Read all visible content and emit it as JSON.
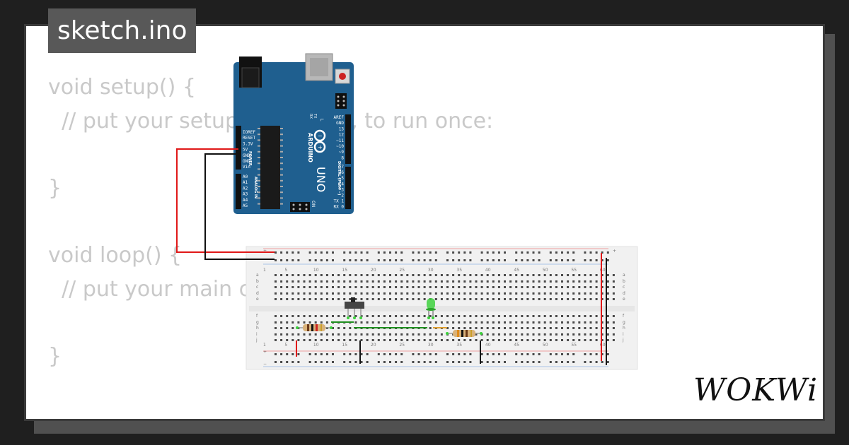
{
  "editor": {
    "filename": "sketch.ino",
    "code_lines": [
      "void setup() {",
      "  // put your setup code here, to run once:",
      "",
      "}",
      "",
      "void loop() {",
      "  // put your main code here, to run repeatedly:",
      "",
      "}"
    ]
  },
  "brand": {
    "logo_text": "WOKWi"
  },
  "arduino": {
    "name": "UNO",
    "brand": "ARDUINO",
    "on_label": "ON",
    "power_header_title": "POWER",
    "analog_header_title": "ANALOG IN",
    "digital_header_title": "DIGITAL (PWM ~)",
    "power_pins": [
      "IOREF",
      "RESET",
      "3.3V",
      "5V",
      "GND",
      "GND",
      "Vin"
    ],
    "analog_pins": [
      "A0",
      "A1",
      "A2",
      "A3",
      "A4",
      "A5"
    ],
    "digital_pins_top": [
      "AREF",
      "GND",
      "13",
      "12",
      "~11",
      "~10",
      "~9",
      "8"
    ],
    "digital_pins_bottom": [
      "7",
      "~6",
      "~5",
      "4",
      "~3",
      "2",
      "TX 1",
      "RX 0"
    ],
    "tx_rx": [
      "TX",
      "RX"
    ],
    "l_label": "L"
  },
  "breadboard": {
    "column_labels": [
      "1",
      "5",
      "10",
      "15",
      "20",
      "25",
      "30",
      "35",
      "40",
      "45",
      "50",
      "55",
      "60"
    ],
    "row_labels_top": [
      "a",
      "b",
      "c",
      "d",
      "e"
    ],
    "row_labels_bottom": [
      "f",
      "g",
      "h",
      "i",
      "j"
    ],
    "plus": "+",
    "minus": "−"
  },
  "colors": {
    "arduino_blue": "#1f5f8f",
    "wire_red": "#e01818",
    "wire_black": "#111111",
    "wire_green": "#1f8f1f",
    "led_green": "#3ed13e"
  }
}
